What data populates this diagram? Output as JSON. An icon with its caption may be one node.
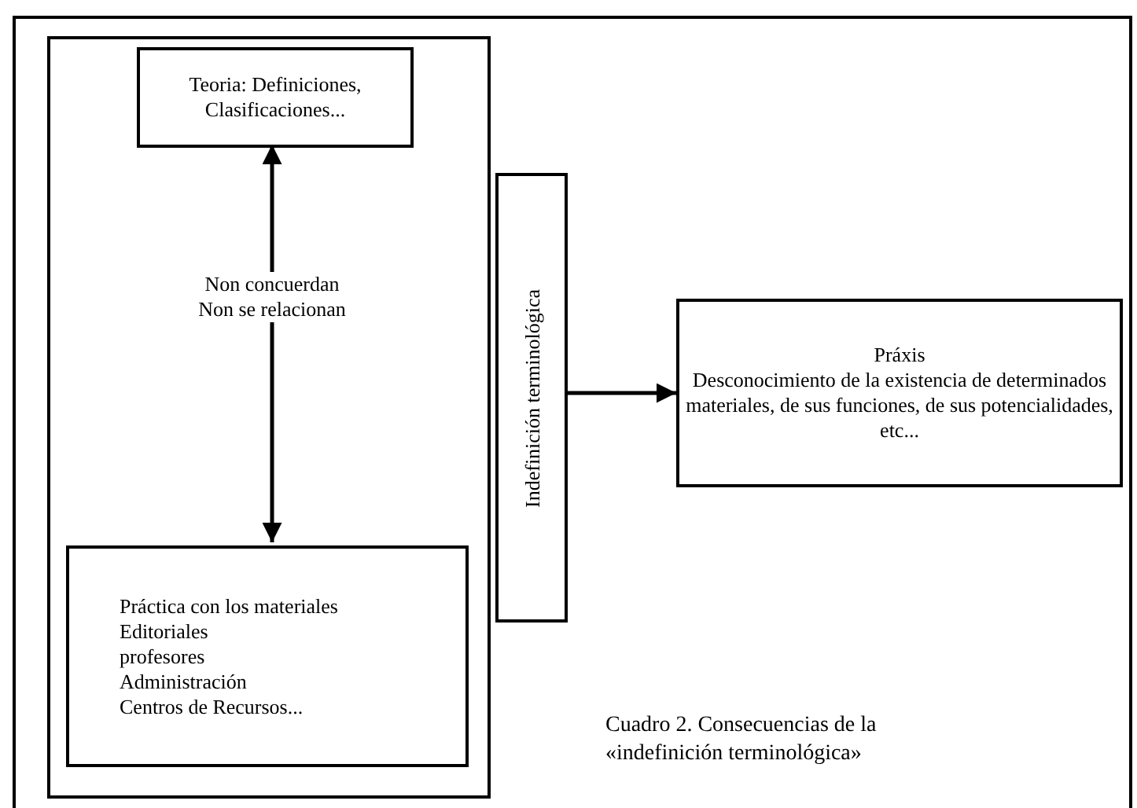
{
  "diagram": {
    "caption": "Cuadro 2. Consecuencias de la «indefinición terminológica»",
    "nodes": [
      {
        "text": [],
        "shape": "box"
      },
      {
        "text": [
          "Teoria: Definiciones, Clasificaciones..."
        ],
        "in": 0
      },
      {
        "text": [
          "Práctica con los materiales",
          "Editoriales",
          "profesores",
          "Administración",
          "Centros de Recursos..."
        ],
        "in": 0
      },
      {
        "text": [
          "Indefinición terminológica"
        ]
      },
      {
        "text": [
          "Práxis",
          "Desconocimiento de la existencia de determinados materiales, de sus funciones, de sus potencialidades, etc..."
        ]
      }
    ],
    "edges": [
      {
        "from": 1,
        "to": 2,
        "arrow": "both",
        "label": "Non concuerdan Non se relacionan"
      },
      {
        "from": 3,
        "to": 4,
        "arrow": "to"
      }
    ]
  }
}
